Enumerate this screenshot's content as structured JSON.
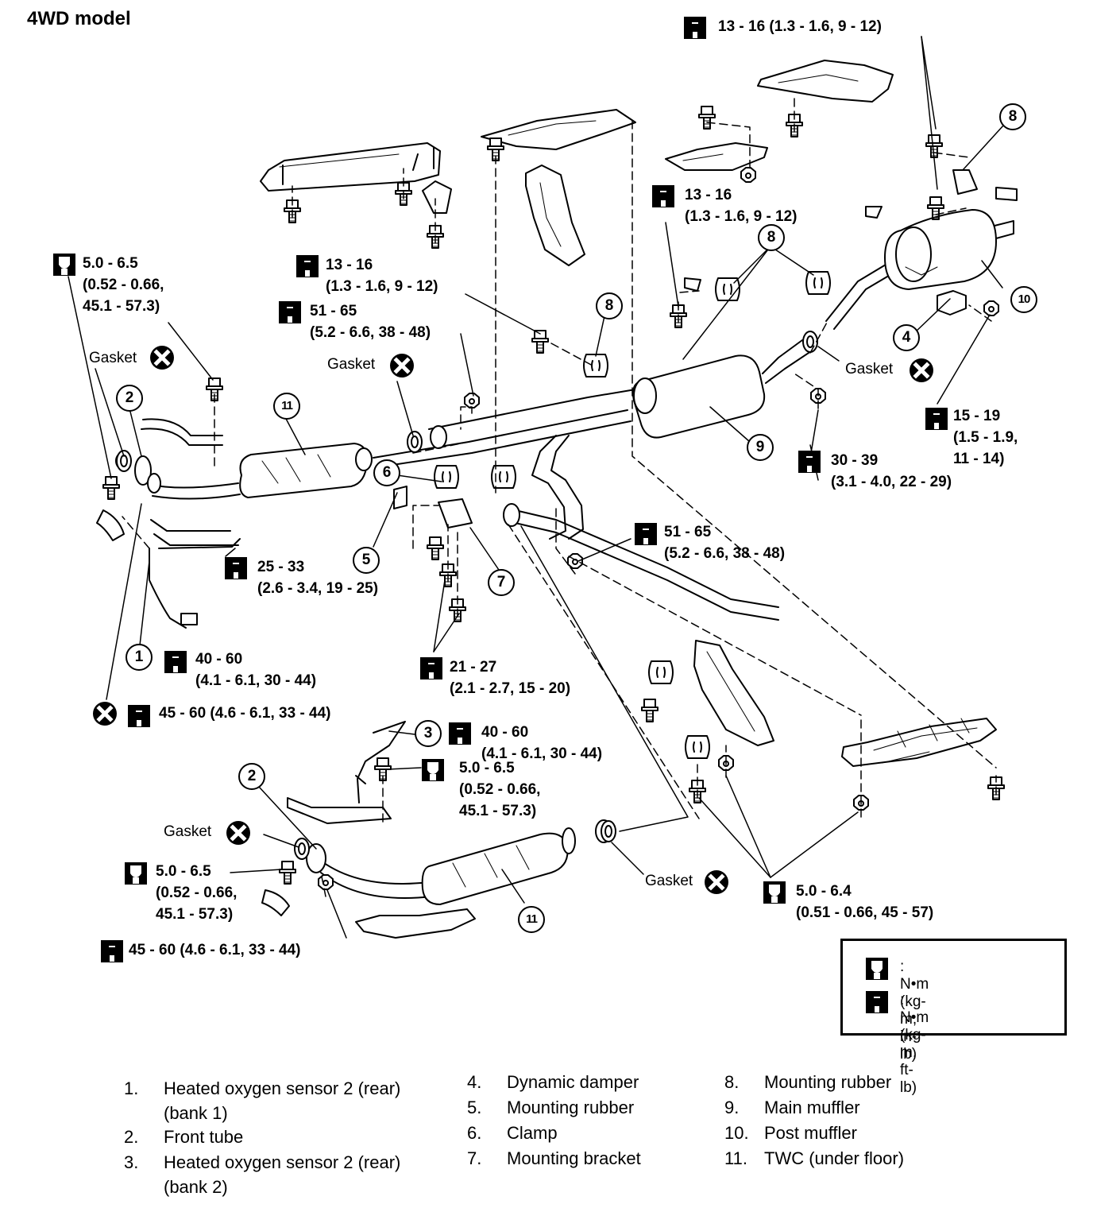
{
  "title": "4WD model",
  "torques": [
    {
      "text": "13 - 16 (1.3 - 1.6, 9 - 12)",
      "icon": "ft-lb-wrench-icon"
    },
    {
      "text": "13 - 16\n(1.3 - 1.6, 9 - 12)",
      "icon": "ft-lb-wrench-icon"
    },
    {
      "text": "5.0 - 6.5\n(0.52 - 0.66,\n45.1 - 57.3)",
      "icon": "in-lb-wrench-icon"
    },
    {
      "text": "13 - 16\n(1.3 - 1.6, 9 - 12)",
      "icon": "ft-lb-wrench-icon"
    },
    {
      "text": "51 - 65\n(5.2 - 6.6, 38 - 48)",
      "icon": "ft-lb-wrench-icon"
    },
    {
      "text": "15 - 19\n(1.5 - 1.9,\n11 - 14)",
      "icon": "ft-lb-wrench-icon"
    },
    {
      "text": "30 - 39\n(3.1 - 4.0, 22 - 29)",
      "icon": "ft-lb-wrench-icon"
    },
    {
      "text": "51 - 65\n(5.2 - 6.6, 38 - 48)",
      "icon": "ft-lb-wrench-icon"
    },
    {
      "text": "25 - 33\n(2.6 - 3.4, 19 - 25)",
      "icon": "ft-lb-wrench-icon"
    },
    {
      "text": "40 - 60\n(4.1 - 6.1, 30 - 44)",
      "icon": "ft-lb-wrench-icon"
    },
    {
      "text": "21 - 27\n(2.1 - 2.7, 15 - 20)",
      "icon": "ft-lb-wrench-icon"
    },
    {
      "text": "45 - 60 (4.6 - 6.1, 33 - 44)",
      "icon": "ft-lb-wrench-icon"
    },
    {
      "text": "40 - 60\n(4.1 - 6.1, 30 - 44)",
      "icon": "ft-lb-wrench-icon"
    },
    {
      "text": "5.0 - 6.5\n(0.52 - 0.66,\n45.1 - 57.3)",
      "icon": "in-lb-wrench-icon"
    },
    {
      "text": "5.0 - 6.5\n(0.52 - 0.66,\n45.1 - 57.3)",
      "icon": "in-lb-wrench-icon"
    },
    {
      "text": "45 - 60 (4.6 - 6.1, 33 - 44)",
      "icon": "ft-lb-wrench-icon"
    },
    {
      "text": "5.0 - 6.4\n(0.51 - 0.66, 45 - 57)",
      "icon": "in-lb-wrench-icon"
    }
  ],
  "gasket_label": "Gasket",
  "gasket_icon": "do-not-reuse-icon",
  "callouts": [
    "1",
    "2",
    "3",
    "4",
    "5",
    "6",
    "7",
    "8",
    "9",
    "10",
    "11"
  ],
  "legend": [
    {
      "icon": "in-lb-wrench-icon",
      "text": ":  N•m  (kg-m,  in-lb)"
    },
    {
      "icon": "ft-lb-wrench-icon",
      "text": ":  N•m  (kg-m,  ft-lb)"
    }
  ],
  "parts": [
    {
      "num": "1.",
      "name": "Heated oxygen sensor 2 (rear)\n(bank 1)"
    },
    {
      "num": "2.",
      "name": "Front tube"
    },
    {
      "num": "3.",
      "name": "Heated oxygen sensor 2 (rear)\n(bank 2)"
    },
    {
      "num": "4.",
      "name": "Dynamic damper"
    },
    {
      "num": "5.",
      "name": "Mounting rubber"
    },
    {
      "num": "6.",
      "name": "Clamp"
    },
    {
      "num": "7.",
      "name": "Mounting bracket"
    },
    {
      "num": "8.",
      "name": "Mounting rubber"
    },
    {
      "num": "9.",
      "name": "Main muffler"
    },
    {
      "num": "10.",
      "name": "Post muffler"
    },
    {
      "num": "11.",
      "name": "TWC (under floor)"
    }
  ],
  "colors": {
    "ink": "#000000",
    "paper": "#ffffff"
  }
}
